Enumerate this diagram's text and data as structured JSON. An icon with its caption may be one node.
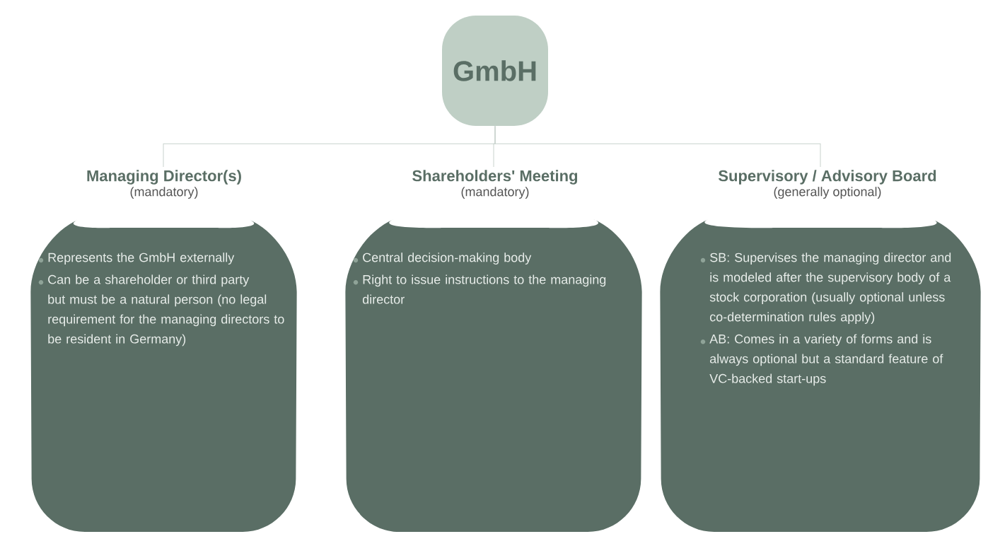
{
  "diagram": {
    "nodes": [
      {
        "text": [
          "GmbH"
        ]
      },
      {
        "text": [
          "Managing Director(s)",
          "(mandatory)",
          "Represents the GmbH externally",
          "Can be a shareholder or third party but must be a natural person (no legal requirement for the managing directors to be resident in Germany)"
        ]
      },
      {
        "text": [
          "Shareholders' Meeting",
          "(mandatory)",
          "Central decision-making body",
          "Right to issue instructions to the managing director"
        ]
      },
      {
        "text": [
          "Supervisory / Advisory Board",
          "(generally optional)",
          "SB: Supervises the managing director and is modeled after the supervisory body of a stock corporation (usually optional unless co-determination rules apply)",
          "AB: Comes in a variety of forms and is always optional but a standard feature of VC-backed start-ups"
        ]
      }
    ],
    "edges": [
      {
        "from": 0,
        "to": 1,
        "arrow": "none"
      },
      {
        "from": 0,
        "to": 2,
        "arrow": "none"
      },
      {
        "from": 0,
        "to": 3,
        "arrow": "none"
      }
    ]
  }
}
